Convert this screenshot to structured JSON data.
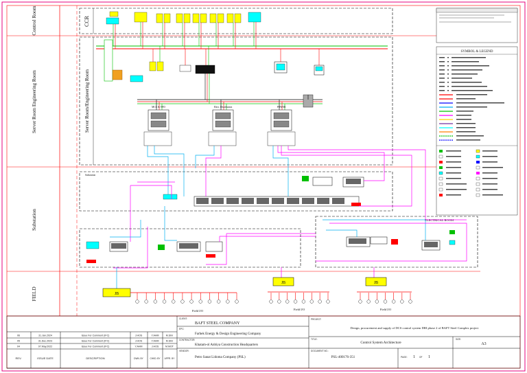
{
  "drawing": {
    "zones": [
      {
        "label": "Control Room"
      },
      {
        "label": "Server Room Engineering Room"
      },
      {
        "label": "Substation"
      },
      {
        "label": "FIELD"
      }
    ],
    "areas": {
      "ccr": "CCR",
      "server_room": "Server Room/Engineering Room",
      "substation": "Substation",
      "electrical_room": "ELECTRICAL ROOM"
    },
    "nodes": {
      "mcc1": "MCC & VFD",
      "mcc2": "Elect. Distribution",
      "mcc3": "POWER"
    },
    "junction_boxes": [
      "JB",
      "JB",
      "JB"
    ],
    "field_groups": [
      "Field I/O",
      "Field I/O",
      "Field I/O"
    ],
    "legend": {
      "title": "SYMBOL & LEGEND"
    }
  },
  "title_block": {
    "client_label": "CLIENT:",
    "client": "BAFT STEEL COMPANY",
    "epc_label": "EPC:",
    "epc": "Farhek Energy & Design Engineering Company",
    "contractor_label": "CONTRACTOR:",
    "contractor": "Khatam-ol Anbiya Construction Headquarters",
    "vendor_label": "VENDOR:",
    "vendor": "Petro Sanat Lidoma Company (PSL)",
    "project_label": "PROJECT:",
    "project": "Design, procurement and supply of DCS control system DRI phase 2 of BAFT Steel Complex project",
    "title_label": "TITLE:",
    "title": "Control System Architecture",
    "document_no_label": "DOCUMENT NO.:",
    "document_no": "PSL-400176-351",
    "page_label": "PAGE:",
    "page": "1",
    "of_label": "OF",
    "of": "1",
    "size_label": "SIZE:",
    "size": "A3",
    "revisions": [
      {
        "rev": "06",
        "date": "31.Jan.2024",
        "desc": "Issue For Comment (IFC)",
        "dwn": "J.HOS",
        "chkd": "Y.AHM",
        "appr": "M.Shir"
      },
      {
        "rev": "05",
        "date": "31.Dec.2023",
        "desc": "Issue For Comment (IFC)",
        "dwn": "J.HOS",
        "chkd": "Y.AHM",
        "appr": "M.Shir"
      },
      {
        "rev": "04",
        "date": "07.May.2022",
        "desc": "Issue For Comment (IFC)",
        "dwn": "Y.AHM",
        "chkd": "J.HOS",
        "appr": "M.MOT"
      }
    ],
    "headers": {
      "rev": "REV.",
      "date": "ISSUE DATE",
      "desc": "DESCRIPTION",
      "dwn": "DWN. BY",
      "chkd": "CHKD. BY",
      "appr": "APPR. BY"
    }
  },
  "colors": {
    "frame": "#e6007e",
    "border": "#ff0000",
    "ethernet": "#ff0000",
    "profibus": "#ff00ff",
    "modbus": "#00b0f0",
    "green": "#00c000",
    "yellow": "#ffff00",
    "blue": "#0000ff",
    "cyan": "#00ffff",
    "pc": "#f0a020"
  }
}
